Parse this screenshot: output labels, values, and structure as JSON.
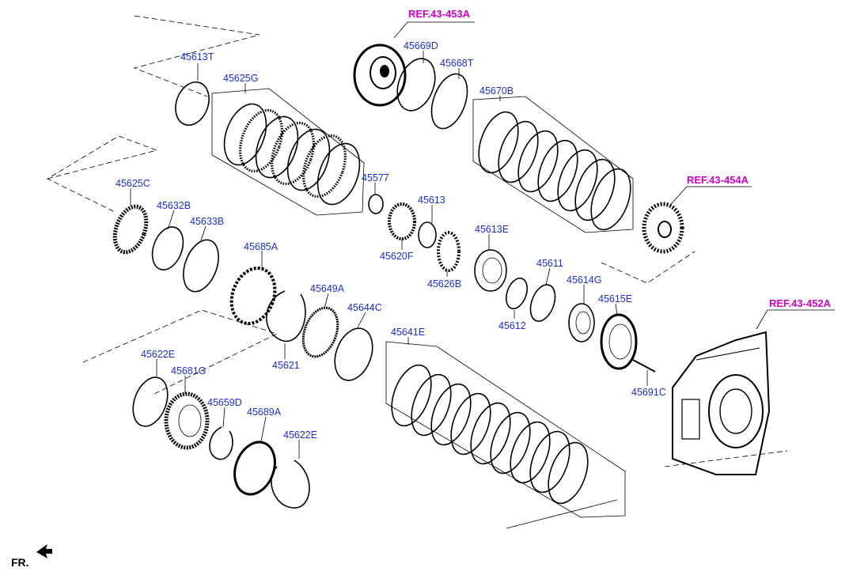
{
  "diagram_title": "",
  "orientation_label": "FR.",
  "references": [
    {
      "id": "ref-453a",
      "text": "REF.43-453A"
    },
    {
      "id": "ref-454a",
      "text": "REF.43-454A"
    },
    {
      "id": "ref-452a",
      "text": "REF.43-452A"
    }
  ],
  "parts": {
    "p45613T": "45613T",
    "p45625G": "45625G",
    "p45669D": "45669D",
    "p45668T": "45668T",
    "p45670B": "45670B",
    "p45625C": "45625C",
    "p45632B": "45632B",
    "p45633B": "45633B",
    "p45577": "45577",
    "p45613": "45613",
    "p45620F": "45620F",
    "p45613E": "45613E",
    "p45626B": "45626B",
    "p45685A": "45685A",
    "p45649A": "45649A",
    "p45644C": "45644C",
    "p45621": "45621",
    "p45611": "45611",
    "p45612": "45612",
    "p45614G": "45614G",
    "p45615E": "45615E",
    "p45641E": "45641E",
    "p45691C": "45691C",
    "p45622E_a": "45622E",
    "p45681G": "45681G",
    "p45659D": "45659D",
    "p45689A": "45689A",
    "p45622E_b": "45622E"
  },
  "colors": {
    "part_label": "#1a2fd6",
    "reference_label": "#d100c4",
    "linework": "#000000"
  }
}
